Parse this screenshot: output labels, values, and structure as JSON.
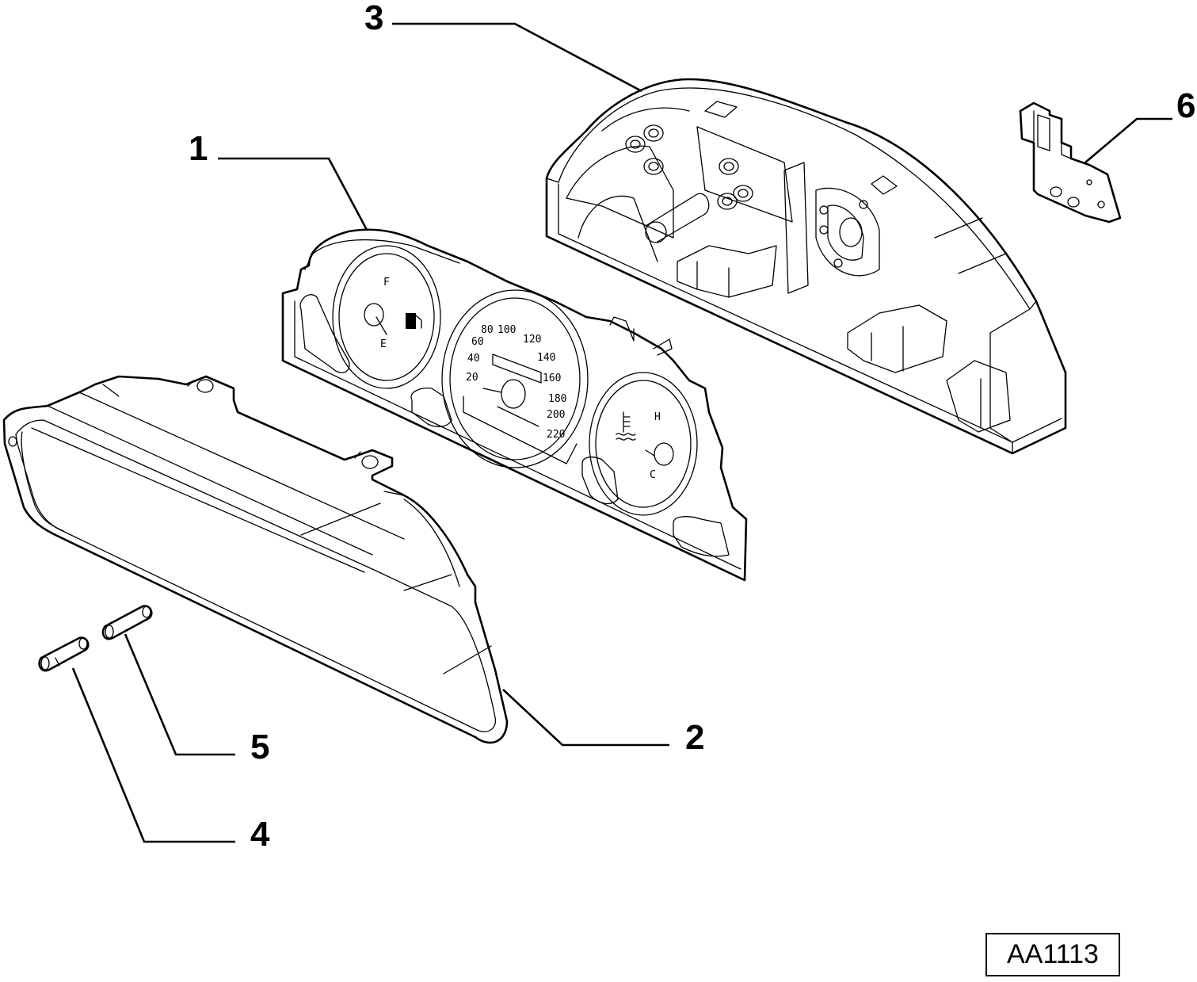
{
  "callouts": [
    {
      "id": "1",
      "label": "1"
    },
    {
      "id": "2",
      "label": "2"
    },
    {
      "id": "3",
      "label": "3"
    },
    {
      "id": "4",
      "label": "4"
    },
    {
      "id": "5",
      "label": "5"
    },
    {
      "id": "6",
      "label": "6"
    }
  ],
  "fuel_gauge": {
    "full": "F",
    "empty": "E"
  },
  "speedometer": {
    "ticks": [
      "20",
      "40",
      "60",
      "80",
      "100",
      "120",
      "140",
      "160",
      "180",
      "200",
      "220"
    ]
  },
  "temp_gauge": {
    "hot": "H",
    "cold": "C"
  },
  "drawing_code": "AA1113"
}
